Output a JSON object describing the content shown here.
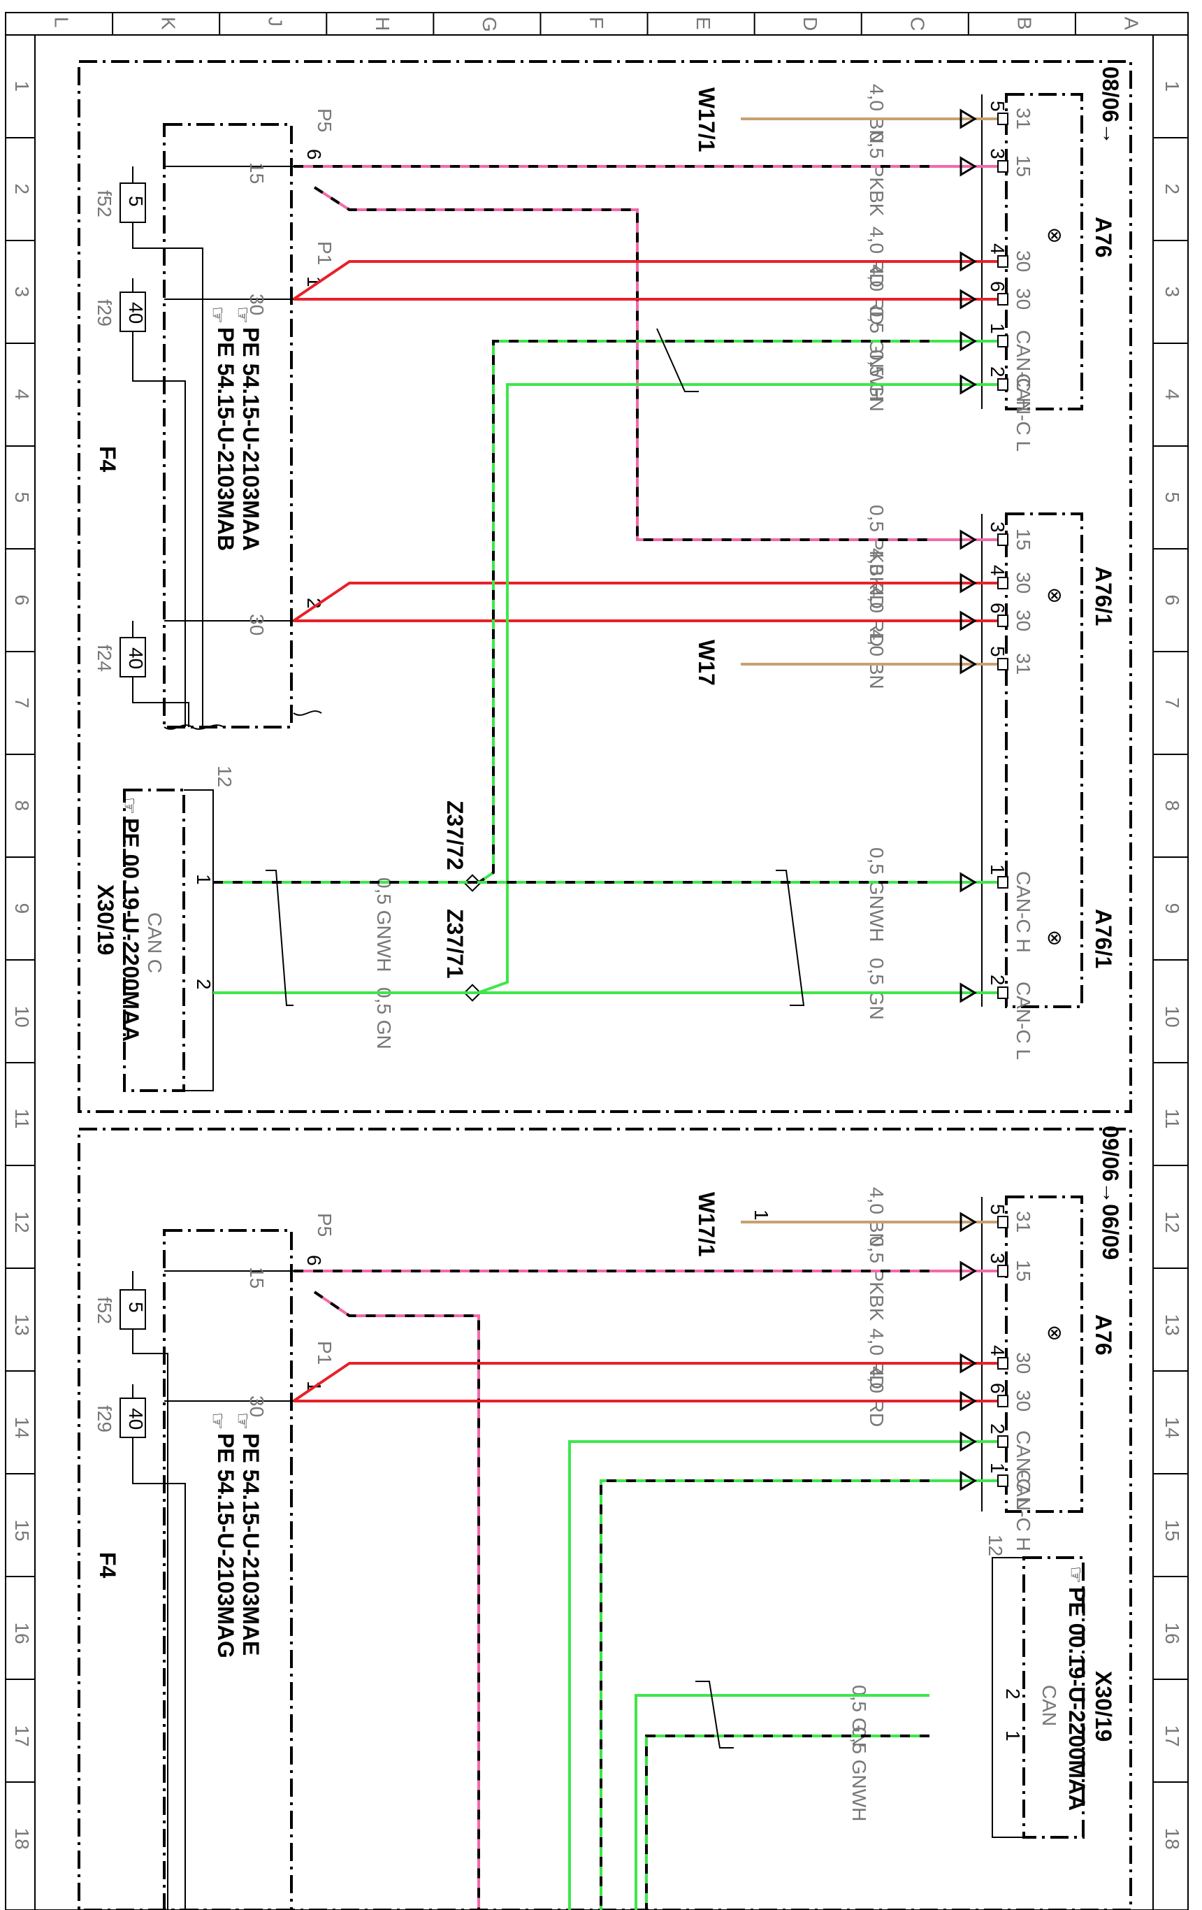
{
  "colors": {
    "red": "#e8202a",
    "green": "#3ee64a",
    "pink": "#f06aa8",
    "brown": "#c8a070",
    "black": "#000000"
  },
  "frame": {
    "columns": [
      "L",
      "K",
      "J",
      "H",
      "G",
      "F",
      "E",
      "D",
      "C",
      "B",
      "A"
    ],
    "rows": [
      "1",
      "2",
      "3",
      "4",
      "5",
      "6",
      "7",
      "8",
      "9",
      "10",
      "11",
      "12",
      "13",
      "14",
      "15",
      "16",
      "17",
      "18"
    ]
  },
  "top": {
    "validity": "08/06→",
    "fuse_module": {
      "name": "F4",
      "refs": [
        "PE 54.15-U-2103MAA",
        "PE 54.15-U-2103MAB"
      ],
      "fuses": [
        {
          "name": "f52",
          "rating": "5"
        },
        {
          "name": "f29",
          "rating": "40"
        },
        {
          "name": "f24",
          "rating": "40"
        }
      ],
      "terms": [
        "15",
        "30",
        "30"
      ],
      "plugs": [
        "P5",
        "P1"
      ],
      "pins": [
        "6",
        "1",
        "2"
      ]
    },
    "a76": {
      "name": "A76",
      "pins": [
        {
          "pin": "5",
          "term": "31",
          "wire": "4,0 BN",
          "color": "brown"
        },
        {
          "pin": "3",
          "term": "15",
          "wire": "0,5 PKBK",
          "color": "pink"
        },
        {
          "pin": "4",
          "term": "30",
          "wire": "4,0 RD",
          "color": "red"
        },
        {
          "pin": "6",
          "term": "30",
          "wire": "4,0 RD",
          "color": "red"
        },
        {
          "pin": "1",
          "term": "CAN-C H",
          "wire": "0,5 GNWH",
          "color": "green"
        },
        {
          "pin": "2",
          "term": "CAN-C L",
          "wire": "0,5 GN",
          "color": "green"
        }
      ],
      "ground": "W17/1"
    },
    "a76_1": {
      "name": "A76/1",
      "pins": [
        {
          "pin": "3",
          "term": "15",
          "wire": "0,5 PKBK",
          "color": "pink"
        },
        {
          "pin": "4",
          "term": "30",
          "wire": "4,0 RD",
          "color": "red"
        },
        {
          "pin": "6",
          "term": "30",
          "wire": "4,0 RD",
          "color": "red"
        },
        {
          "pin": "5",
          "term": "31",
          "wire": "4,0 BN",
          "color": "brown"
        },
        {
          "pin": "1",
          "term": "CAN-C H",
          "wire": "0,5 GNWH",
          "color": "green"
        },
        {
          "pin": "2",
          "term": "CAN-C L",
          "wire": "0,5 GN",
          "color": "green"
        }
      ],
      "ground": "W17"
    },
    "x30": {
      "name": "X30/19",
      "ref": "PE 00.19-U-2200MAA",
      "label": "CAN C",
      "pin_count": "12",
      "pins": [
        {
          "pin": "1",
          "wire": "0,5 GNWH"
        },
        {
          "pin": "2",
          "wire": "0,5 GN"
        }
      ]
    },
    "splices": [
      "Z37/72",
      "Z37/71"
    ]
  },
  "bottom": {
    "validity": "09/06→06/09",
    "fuse_module": {
      "name": "F4",
      "refs": [
        "PE 54.15-U-2103MAE",
        "PE 54.15-U-2103MAG"
      ],
      "fuses": [
        {
          "name": "f52",
          "rating": "5"
        },
        {
          "name": "f29",
          "rating": "40"
        }
      ],
      "terms": [
        "15",
        "30"
      ],
      "plugs": [
        "P5",
        "P1"
      ],
      "pins": [
        "6",
        "1"
      ]
    },
    "a76": {
      "name": "A76",
      "pins": [
        {
          "pin": "5",
          "term": "31",
          "wire": "4,0 BN",
          "color": "brown"
        },
        {
          "pin": "3",
          "term": "15",
          "wire": "0,5 PKBK",
          "color": "pink"
        },
        {
          "pin": "4",
          "term": "30",
          "wire": "4,0 RD",
          "color": "red"
        },
        {
          "pin": "6",
          "term": "30",
          "wire": "4,0 RD",
          "color": "red"
        },
        {
          "pin": "2",
          "term": "CAN-C L",
          "wire": "",
          "color": "green"
        },
        {
          "pin": "1",
          "term": "CAN-C H",
          "wire": "",
          "color": "green"
        }
      ],
      "ground": "W17/1",
      "ground_pin": "1"
    },
    "x30": {
      "name": "X30/19",
      "ref": "PE 00.19-U-2200MAA",
      "label": "CAN",
      "pin_count": "12",
      "pins": [
        {
          "pin": "2",
          "wire": "0,5 GN"
        },
        {
          "pin": "1",
          "wire": "0,5 GNWH"
        }
      ]
    }
  }
}
